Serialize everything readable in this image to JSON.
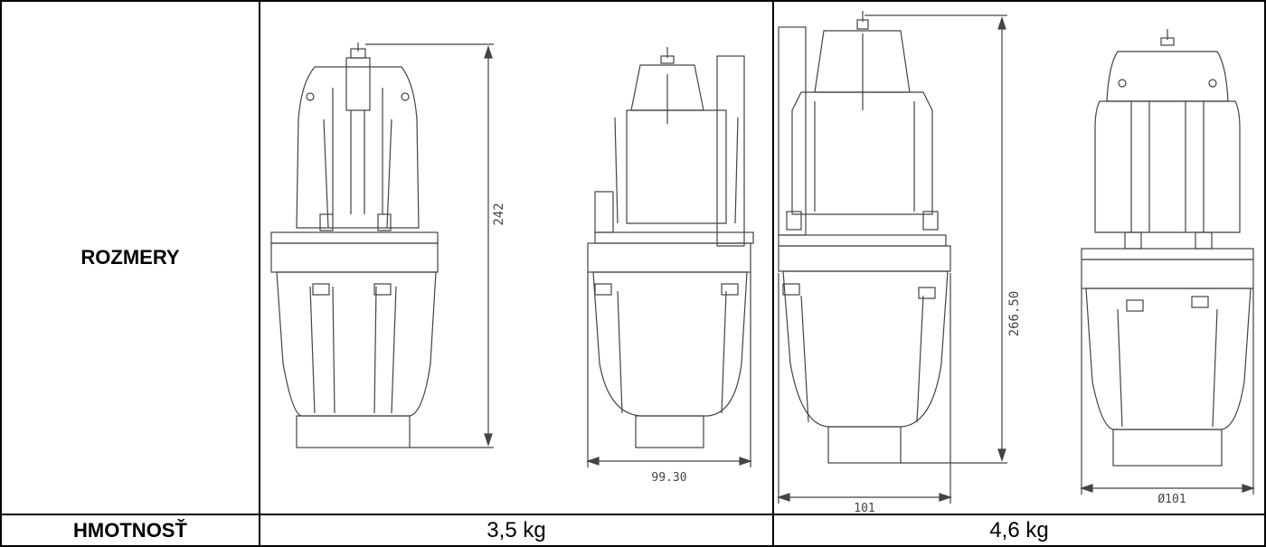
{
  "table": {
    "rows": [
      {
        "label": "ROZMERY"
      },
      {
        "label": "HMOTNOSŤ"
      }
    ],
    "models": [
      {
        "weight": "3,5 kg",
        "dimensions": {
          "height": "242",
          "width": "99.30"
        }
      },
      {
        "weight": "4,6 kg",
        "dimensions": {
          "height": "266.50",
          "width": "101",
          "diameter": "Ø101"
        }
      }
    ]
  },
  "colors": {
    "line": "#000000",
    "drawing": "#444444",
    "background": "#ffffff"
  }
}
